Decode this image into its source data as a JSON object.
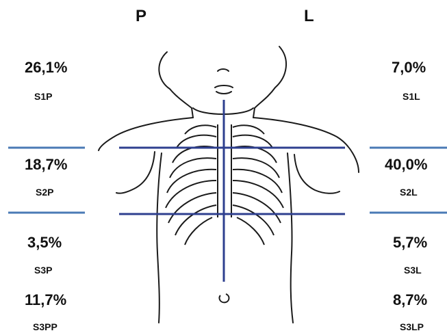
{
  "header": {
    "left_letter": "P",
    "right_letter": "L"
  },
  "left": {
    "s1": {
      "percent": "26,1%",
      "label": "S1P"
    },
    "s2": {
      "percent": "18,7%",
      "label": "S2P"
    },
    "s3": {
      "percent": "3,5%",
      "label": "S3P"
    },
    "s3p": {
      "percent": "11,7%",
      "label": "S3PP"
    }
  },
  "right": {
    "s1": {
      "percent": "7,0%",
      "label": "S1L"
    },
    "s2": {
      "percent": "40,0%",
      "label": "S2L"
    },
    "s3": {
      "percent": "5,7%",
      "label": "S3L"
    },
    "s3p": {
      "percent": "8,7%",
      "label": "S3LP"
    }
  },
  "colors": {
    "divider": "#4a7ab5",
    "axis": "#2e3f8f",
    "outline": "#1a1a1a"
  }
}
